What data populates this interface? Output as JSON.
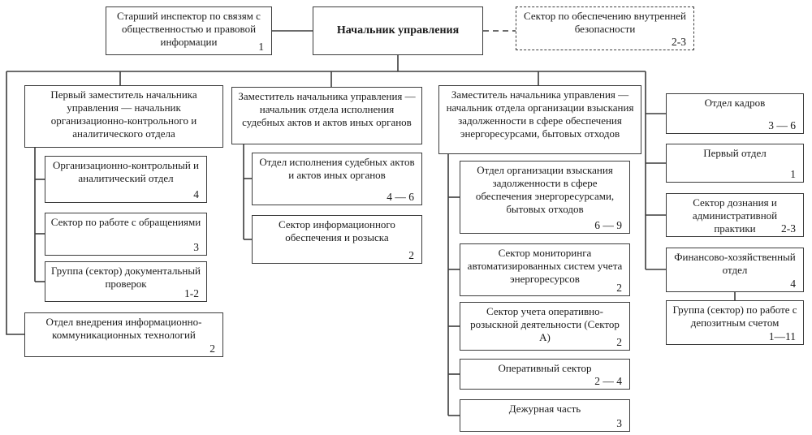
{
  "colors": {
    "line": "#3c3c3c",
    "background": "#ffffff",
    "text": "#1a1a1a"
  },
  "nodes": {
    "head": {
      "label": "Начальник управления",
      "count": ""
    },
    "senior_inspector": {
      "label": "Старший инспектор по связям с общественностью и правовой информации",
      "count": "1"
    },
    "internal_security": {
      "label": "Сектор по обеспечению внутренней безопасности",
      "count": "2-3"
    },
    "deputy1": {
      "label": "Первый заместитель начальника управления — начальник организационно-контрольного и аналитического отдела",
      "count": ""
    },
    "d1_org_control": {
      "label": "Организационно-контрольный и аналитический отдел",
      "count": "4"
    },
    "d1_appeals": {
      "label": "Сектор по работе с обращениями",
      "count": "3"
    },
    "d1_doc_checks": {
      "label": "Группа (сектор) документальный проверок",
      "count": "1-2"
    },
    "it_dept": {
      "label": "Отдел внедрения информационно-коммуникационных технологий",
      "count": "2"
    },
    "deputy2": {
      "label": "Заместитель начальника управления — начальник отдела исполнения судебных актов и актов иных органов",
      "count": ""
    },
    "d2_enforcement": {
      "label": "Отдел исполнения судебных актов и актов иных органов",
      "count": "4 — 6"
    },
    "d2_info_search": {
      "label": "Сектор информационного обеспечения и розыска",
      "count": "2"
    },
    "deputy3": {
      "label": "Заместитель начальника управления — начальник отдела организации взыскания задолженности в сфере обеспечения энергоресурсами, бытовых отходов",
      "count": ""
    },
    "d3_debt_dept": {
      "label": "Отдел организации взыскания задолженности в сфере обеспечения энергоресурсами, бытовых отходов",
      "count": "6 — 9"
    },
    "d3_monitoring": {
      "label": "Сектор мониторинга автоматизированных систем учета энергоресурсов",
      "count": "2"
    },
    "d3_operative_account": {
      "label": "Сектор учета оперативно-розыскной деятельности (Сектор А)",
      "count": "2"
    },
    "d3_operative_sector": {
      "label": "Оперативный сектор",
      "count": "2 — 4"
    },
    "d3_duty_unit": {
      "label": "Дежурная часть",
      "count": "3"
    },
    "hr_dept": {
      "label": "Отдел кадров",
      "count": "3 — 6"
    },
    "first_dept": {
      "label": "Первый отдел",
      "count": "1"
    },
    "inquiry_sector": {
      "label": "Сектор дознания и административной практики",
      "count": "2-3"
    },
    "finance_dept": {
      "label": "Финансово-хозяйственный отдел",
      "count": "4"
    },
    "deposit_group": {
      "label": "Группа (сектор) по работе с депозитным счетом",
      "count": "1—11"
    }
  }
}
